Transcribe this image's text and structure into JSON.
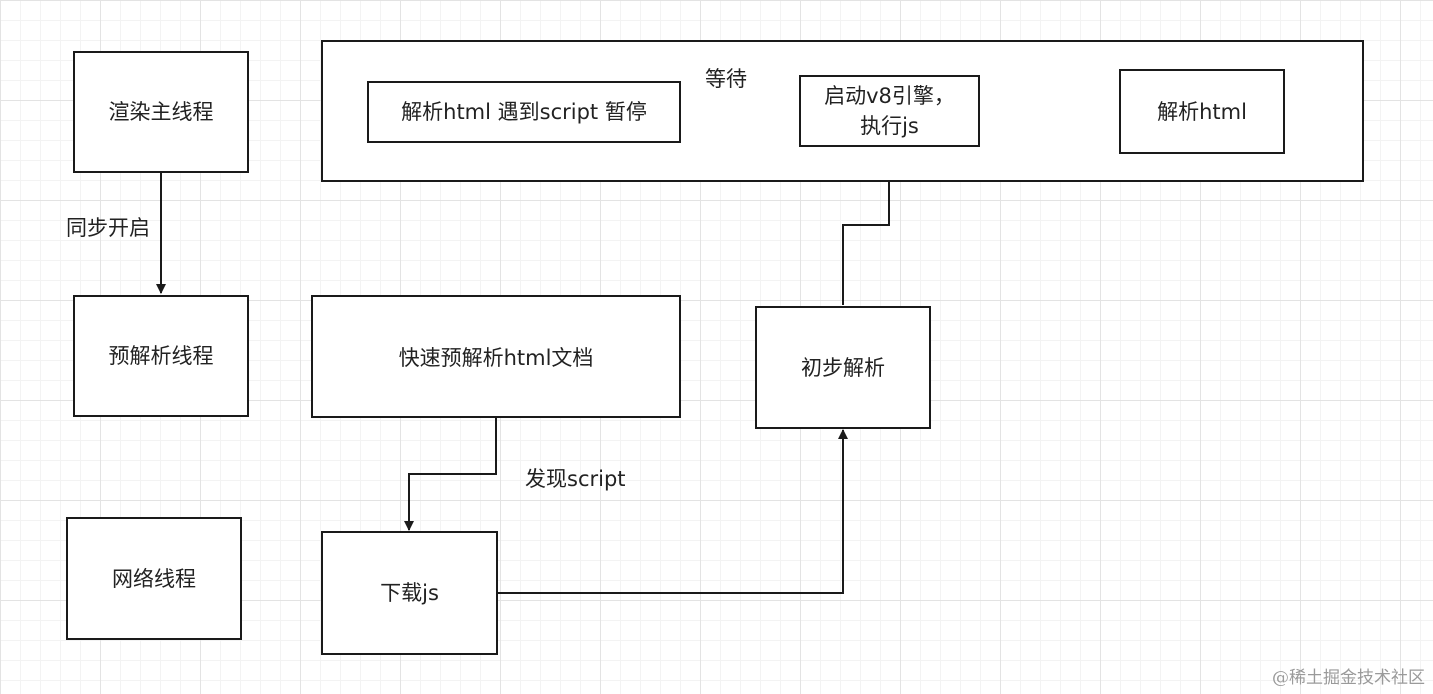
{
  "nodes": {
    "render_main_thread": "渲染主线程",
    "preparse_thread": "预解析线程",
    "network_thread": "网络线程",
    "parse_html_pause": "解析html 遇到script 暂停",
    "start_v8": "启动v8引擎，\n执行js",
    "parse_html": "解析html",
    "quick_preparse": "快速预解析html文档",
    "initial_parse": "初步解析",
    "download_js": "下载js"
  },
  "edges": {
    "sync_start": "同步开启",
    "wait": "等待",
    "found_script": "发现script"
  },
  "watermark": "@稀土掘金技术社区",
  "colors": {
    "stroke": "#1a1a1a",
    "text": "#222222"
  }
}
